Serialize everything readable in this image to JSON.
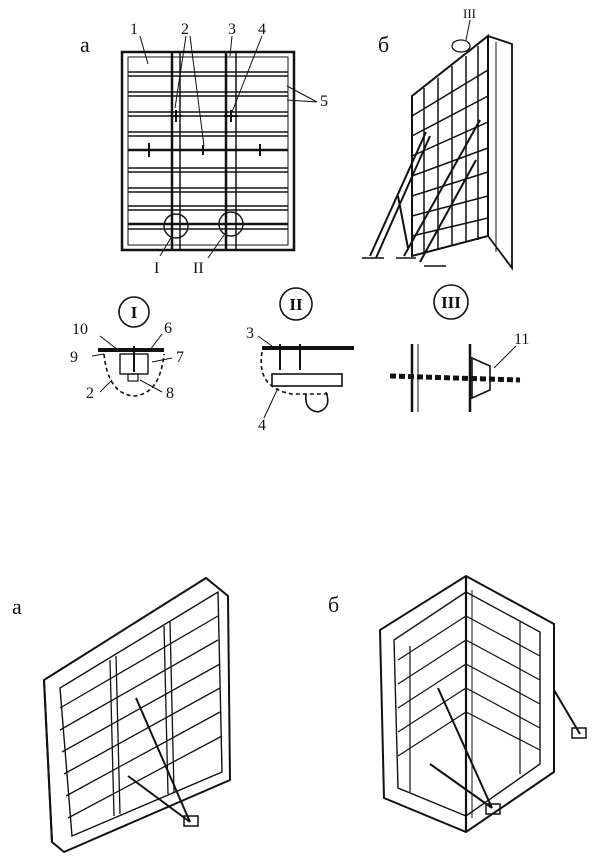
{
  "figure_top": {
    "panel_a": {
      "letter": "а",
      "callouts": [
        "1",
        "2",
        "3",
        "4",
        "5"
      ],
      "detail_marks": [
        "I",
        "II"
      ]
    },
    "panel_b": {
      "letter": "б",
      "detail_mark": "III"
    },
    "details": [
      {
        "id": "I",
        "callouts": [
          "10",
          "6",
          "9",
          "7",
          "2",
          "8"
        ]
      },
      {
        "id": "II",
        "callouts": [
          "3",
          "4"
        ]
      },
      {
        "id": "III",
        "callouts": [
          "11"
        ]
      }
    ]
  },
  "figure_bottom": {
    "panel_a_letter": "а",
    "panel_b_letter": "б"
  }
}
